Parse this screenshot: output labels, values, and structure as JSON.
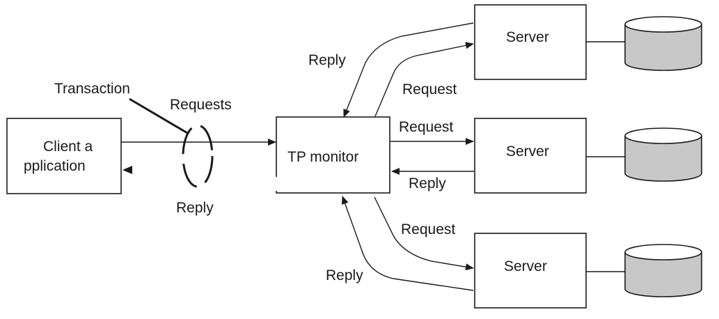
{
  "client": {
    "label_line1": "Client  a",
    "label_line2": "pplication"
  },
  "monitor": {
    "label": "TP monitor"
  },
  "servers": [
    {
      "label": "Server"
    },
    {
      "label": "Server"
    },
    {
      "label": "Server"
    }
  ],
  "annotations": {
    "transaction": "Transaction",
    "requests": "Requests",
    "client_reply": "Reply",
    "top_reply": "Reply",
    "top_request": "Request",
    "mid_request": "Request",
    "mid_reply": "Reply",
    "bottom_request": "Request",
    "bottom_reply": "Reply"
  }
}
